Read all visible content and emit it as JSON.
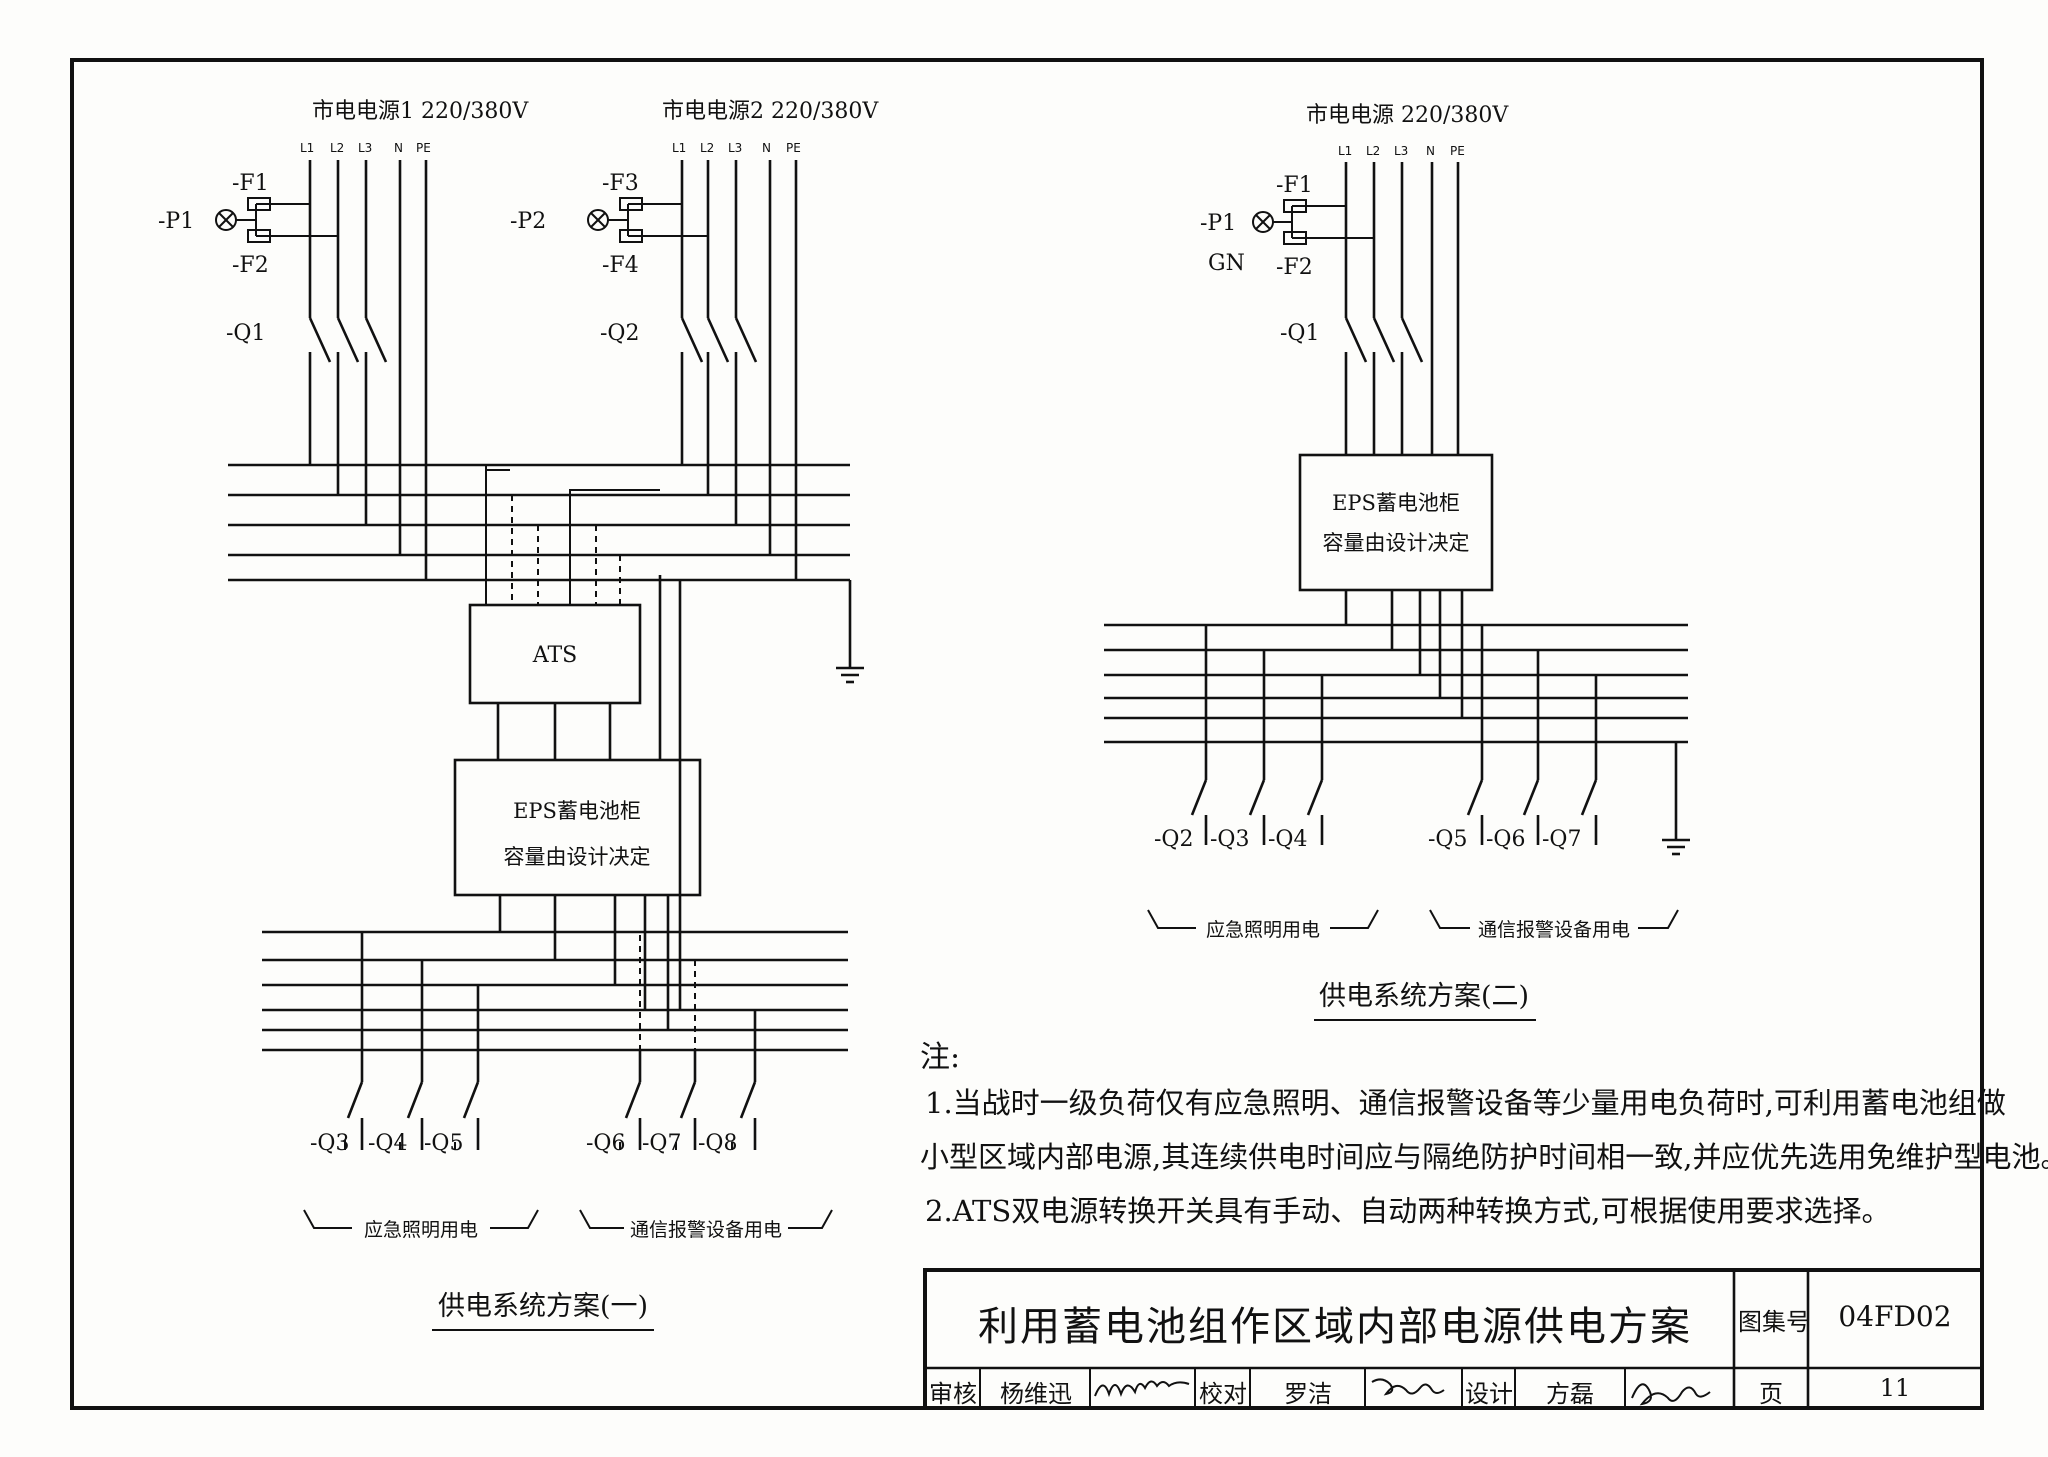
{
  "diagram1": {
    "src1": "市电电源1  220/380V",
    "src2": "市电电源2  220/380V",
    "phases": [
      "L1",
      "L2",
      "L3",
      "N",
      "PE"
    ],
    "p1": "-P1",
    "p2": "-P2",
    "f1": "-F1",
    "f2": "-F2",
    "f3": "-F3",
    "f4": "-F4",
    "q1": "-Q1",
    "q2": "-Q2",
    "ats": "ATS",
    "eps_l1": "EPS蓄电池柜",
    "eps_l2": "容量由设计决定",
    "outs": [
      "-Q3",
      "-Q4",
      "-Q5",
      "-Q6",
      "-Q7",
      "-Q8"
    ],
    "group_a": "应急照明用电",
    "group_b": "通信报警设备用电",
    "caption": "供电系统方案(一)"
  },
  "diagram2": {
    "src": "市电电源  220/380V",
    "phases": [
      "L1",
      "L2",
      "L3",
      "N",
      "PE"
    ],
    "p1": "-P1",
    "gn": "GN",
    "f1": "-F1",
    "f2": "-F2",
    "q1": "-Q1",
    "eps_l1": "EPS蓄电池柜",
    "eps_l2": "容量由设计决定",
    "outs": [
      "-Q2",
      "-Q3",
      "-Q4",
      "-Q5",
      "-Q6",
      "-Q7"
    ],
    "group_a": "应急照明用电",
    "group_b": "通信报警设备用电",
    "caption": "供电系统方案(二)"
  },
  "notes": {
    "heading": "注:",
    "line1": "1.当战时一级负荷仅有应急照明、通信报警设备等少量用电负荷时,可利用蓄电池组做",
    "line2": "小型区域内部电源,其连续供电时间应与隔绝防护时间相一致,并应优先选用免维护型电池。",
    "line3": "2.ATS双电源转换开关具有手动、自动两种转换方式,可根据使用要求选择。"
  },
  "title_block": {
    "title": "利用蓄电池组作区域内部电源供电方案",
    "atlas_label": "图集号",
    "atlas_no": "04FD02",
    "review_label": "审核",
    "reviewer": "杨维迅",
    "check_label": "校对",
    "checker": "罗洁",
    "design_label": "设计",
    "designer": "方磊",
    "page_label": "页",
    "page_no": "11"
  }
}
